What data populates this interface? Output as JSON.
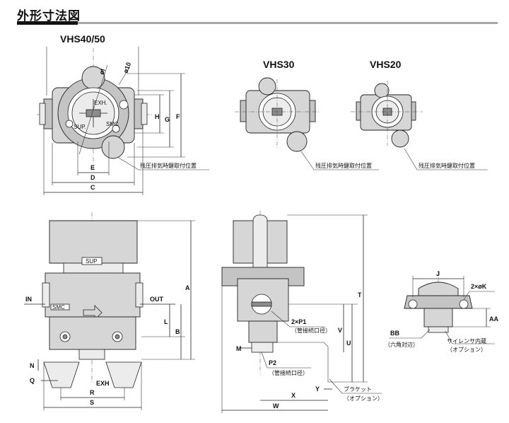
{
  "header": {
    "title": "外形寸法図"
  },
  "views": {
    "vhs4050": {
      "model": "VHS40/50",
      "note": "残圧排気時鍵取付位置"
    },
    "vhs30": {
      "model": "VHS30",
      "note": "残圧排気時鍵取付位置"
    },
    "vhs20": {
      "model": "VHS20",
      "note": "残圧排気時鍵取付位置"
    }
  },
  "dimensions": {
    "top": {
      "phi_l": "øl",
      "phi_10": "ø10",
      "H": "H",
      "G": "G",
      "F": "F",
      "E": "E",
      "D": "D",
      "C": "C"
    },
    "front": {
      "A": "A",
      "B": "B",
      "L": "L",
      "N": "N",
      "Q": "Q",
      "R": "R",
      "S": "S",
      "IN": "IN",
      "OUT": "OUT",
      "EXH": "EXH",
      "SUP": "SUP"
    },
    "side": {
      "T": "T",
      "U": "U",
      "V": "V",
      "M": "M",
      "X": "X",
      "Y": "Y",
      "W": "W"
    },
    "bracket": {
      "J": "J",
      "K": "2×øK",
      "AA": "AA",
      "BB": "BB"
    }
  },
  "labels": {
    "p1": "2×P1",
    "p1_sub": "（管接続口径）",
    "p2": "P2",
    "p2_sub": "（管接続口径）",
    "bracket": "ブラケット",
    "bracket_sub": "（オプション）",
    "bb_sub": "（六角対辺）",
    "silencer": "サイレンサ内蔵",
    "silencer_sub": "（オプション）",
    "knob_exh": "EXH.",
    "knob_sup": "SUP.",
    "knob_smc": "SMC"
  }
}
